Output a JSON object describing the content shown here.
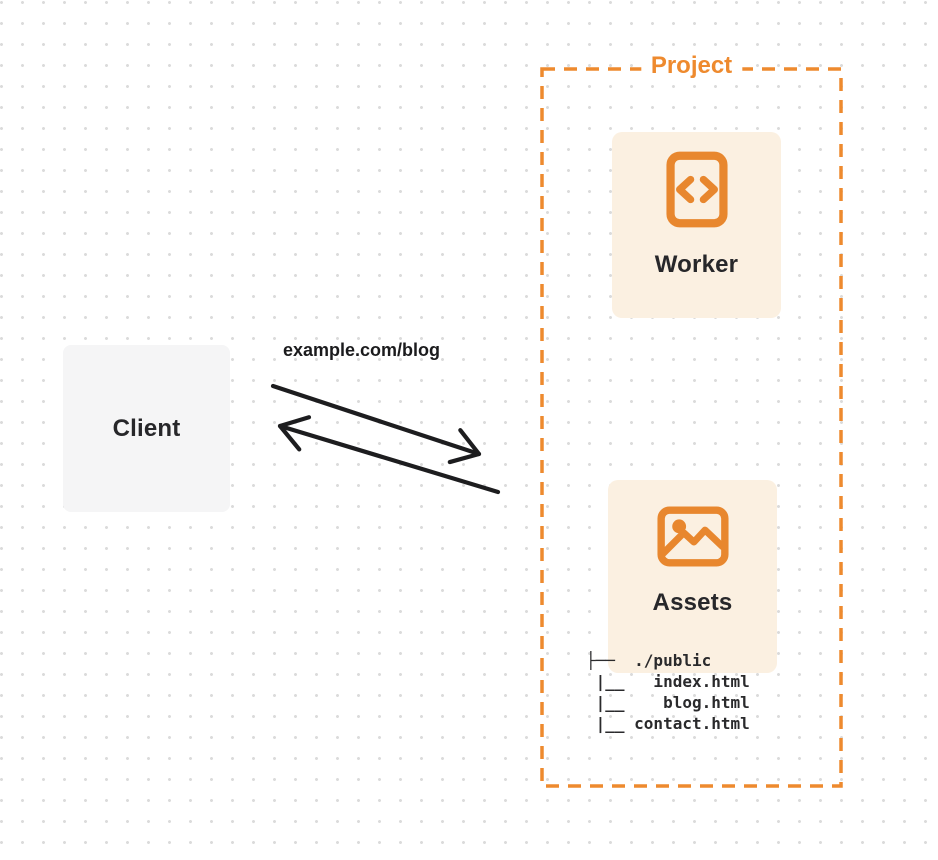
{
  "client": {
    "label": "Client"
  },
  "request": {
    "label": "example.com/blog"
  },
  "project": {
    "label": "Project",
    "worker": {
      "label": "Worker",
      "icon": "code-file-icon"
    },
    "assets": {
      "label": "Assets",
      "icon": "image-icon",
      "file_tree": {
        "lines": [
          "├──  ./public",
          " |__   index.html",
          " |__    blog.html",
          " |__ contact.html"
        ]
      }
    }
  },
  "colors": {
    "accent_orange": "#ee8a2e",
    "icon_orange": "#e8872e",
    "card_cream": "#fbf0e1",
    "card_gray": "#f5f5f6",
    "arrow_black": "#1d1d1f",
    "dot_grid": "#dbdbdb"
  }
}
